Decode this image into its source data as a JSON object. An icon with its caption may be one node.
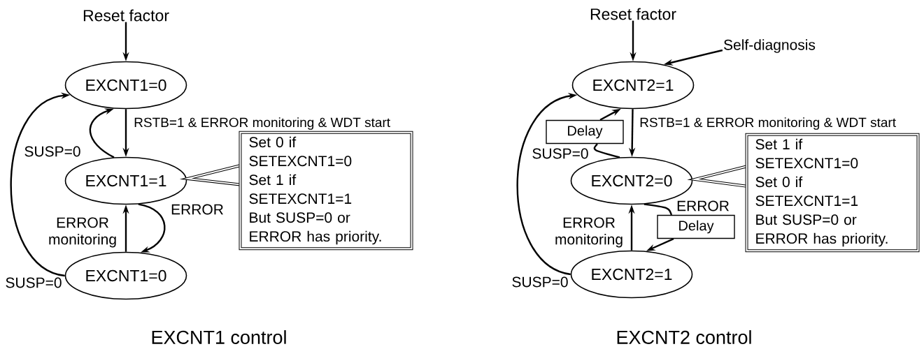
{
  "diagram": {
    "nodes": [
      {
        "text": [
          "Reset factor"
        ]
      },
      {
        "text": [
          "EXCNT1=0"
        ]
      },
      {
        "text": [
          "EXCNT1=1"
        ]
      },
      {
        "text": [
          "EXCNT1=0"
        ]
      },
      {
        "text": [
          "Set 0 if SETEXCNT1=0",
          "Set 1 if SETEXCNT1=1",
          "But SUSP=0 or ERROR has priority."
        ]
      },
      {
        "text": [
          "Reset factor"
        ]
      },
      {
        "text": [
          "Self-diagnosis"
        ]
      },
      {
        "text": [
          "EXCNT2=1"
        ]
      },
      {
        "text": [
          "Delay"
        ]
      },
      {
        "text": [
          "EXCNT2=0"
        ]
      },
      {
        "text": [
          "Delay"
        ]
      },
      {
        "text": [
          "EXCNT2=1"
        ]
      },
      {
        "text": [
          "Set 1 if SETEXCNT1=0",
          "Set 0 if SETEXCNT1=1",
          "But SUSP=0 or ERROR has priority."
        ]
      }
    ],
    "edges": [
      {
        "from": 0,
        "to": 1,
        "arrow": "to"
      },
      {
        "from": 1,
        "to": 2,
        "arrow": "to",
        "label": "RSTB=1 & ERROR monitoring & WDT start"
      },
      {
        "from": 2,
        "to": 1,
        "arrow": "to",
        "label": "SUSP=0"
      },
      {
        "from": 2,
        "to": 3,
        "arrow": "to",
        "label": "ERROR"
      },
      {
        "from": 3,
        "to": 2,
        "arrow": "to",
        "label": "ERROR monitoring"
      },
      {
        "from": 3,
        "to": 1,
        "arrow": "to",
        "label": "SUSP=0"
      },
      {
        "from": 5,
        "to": 7,
        "arrow": "to"
      },
      {
        "from": 6,
        "to": 7,
        "arrow": "to"
      },
      {
        "from": 7,
        "to": 9,
        "arrow": "to",
        "label": "RSTB=1 & ERROR monitoring & WDT start"
      },
      {
        "from": 9,
        "to": 8,
        "arrow": "none",
        "label": "SUSP=0"
      },
      {
        "from": 8,
        "to": 7,
        "arrow": "to"
      },
      {
        "from": 9,
        "to": 10,
        "arrow": "none",
        "label": "ERROR"
      },
      {
        "from": 10,
        "to": 11,
        "arrow": "to"
      },
      {
        "from": 11,
        "to": 9,
        "arrow": "to",
        "label": "ERROR monitoring"
      },
      {
        "from": 11,
        "to": 7,
        "arrow": "to",
        "label": "SUSP=0"
      }
    ],
    "labels": [
      "EXCNT1 control",
      "EXCNT2 control"
    ]
  }
}
